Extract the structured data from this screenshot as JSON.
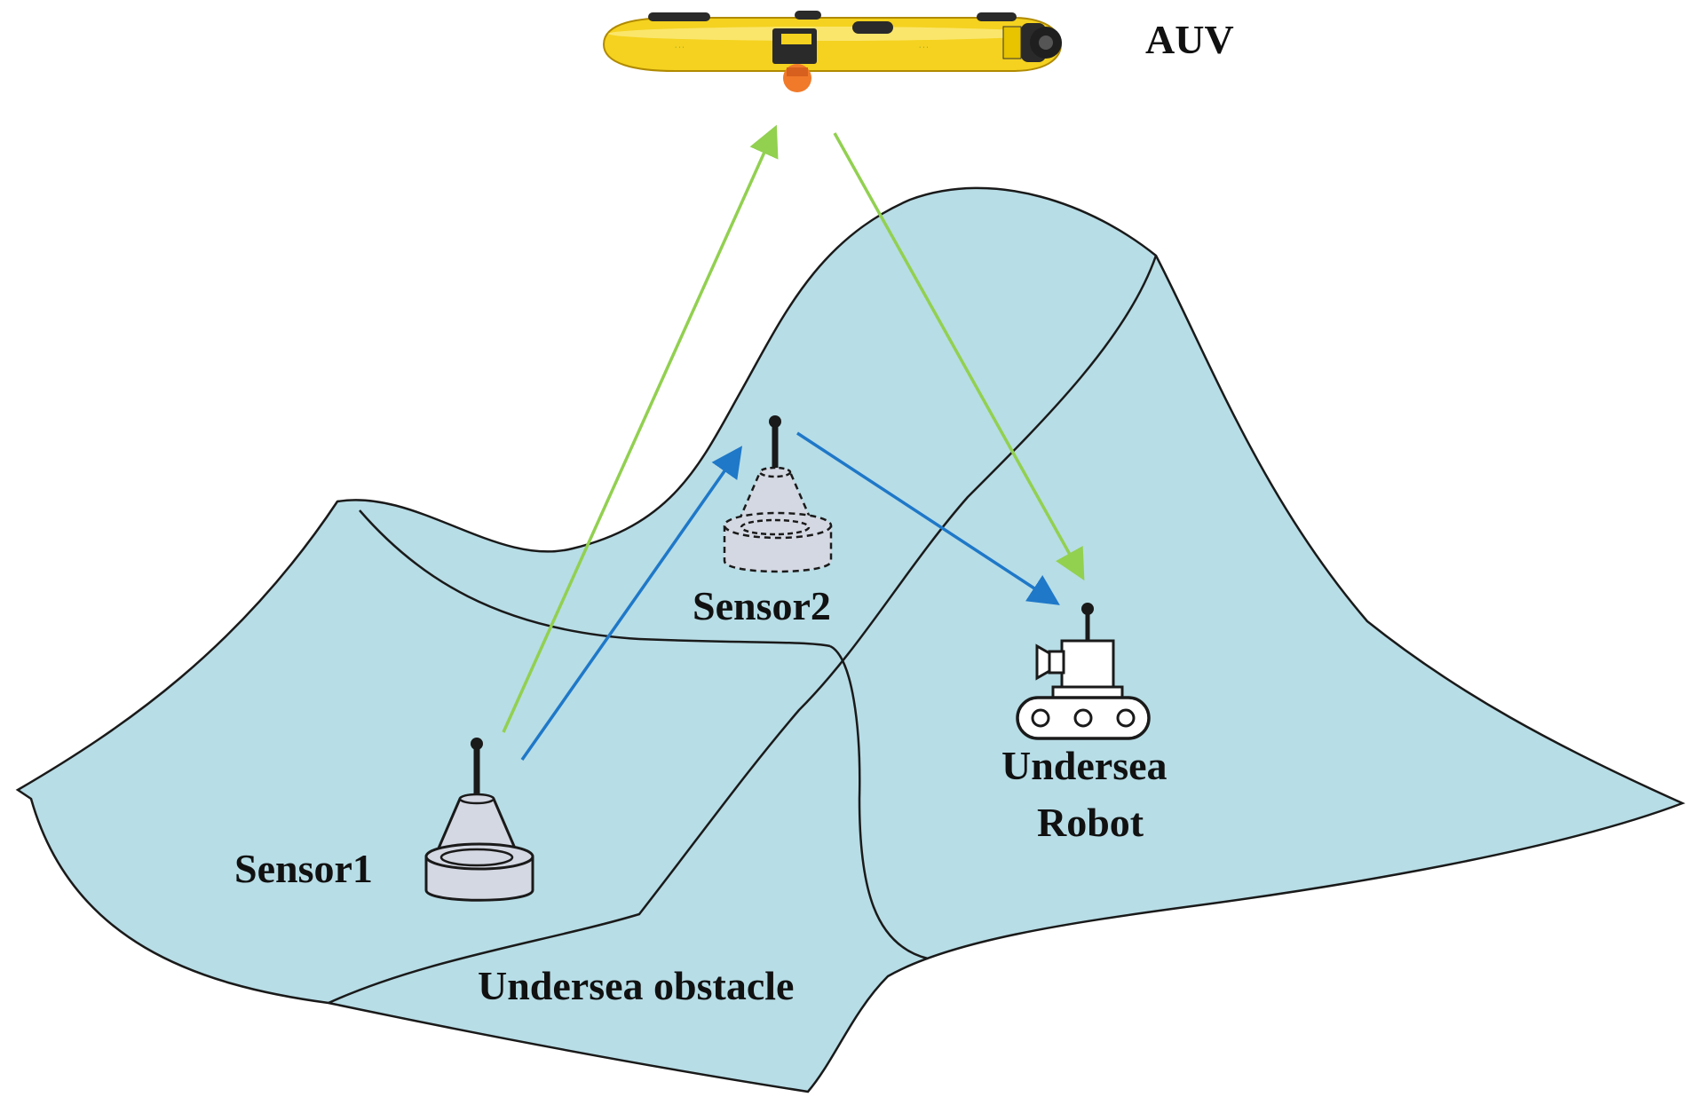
{
  "labels": {
    "auv": "AUV",
    "sensor1": "Sensor1",
    "sensor2": "Sensor2",
    "robot_line1": "Undersea",
    "robot_line2": "Robot",
    "obstacle": "Undersea obstacle"
  },
  "colors": {
    "seabed_fill": "#b7dde6",
    "outline": "#1a1a1a",
    "auv_link_arrow": "#92d050",
    "sensor_link_arrow": "#1f78c8",
    "auv_body": "#f4d21f",
    "device_fill": "#d4d8e2"
  },
  "icons": {
    "auv": "auv-vehicle-icon",
    "sensor1": "sensor-buoy-icon",
    "sensor2": "sensor-buoy-dashed-icon",
    "robot": "crawler-robot-icon"
  }
}
